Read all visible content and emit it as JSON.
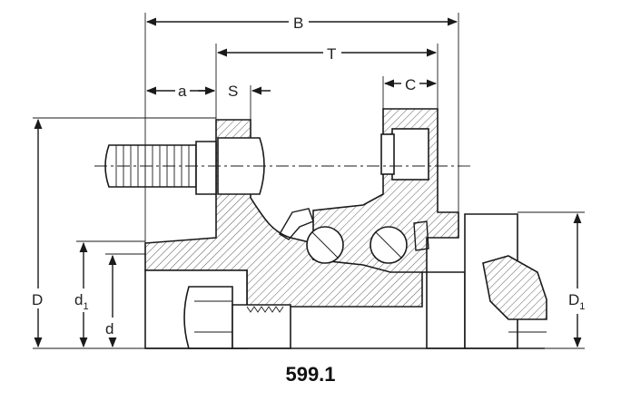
{
  "figure": {
    "caption": "599.1",
    "dimensions": {
      "B": "B",
      "T": "T",
      "C": "C",
      "a": "a",
      "S": "S",
      "D": "D",
      "d1_main": "d",
      "d1_sub": "1",
      "d": "d",
      "D1_main": "D",
      "D1_sub": "1"
    }
  }
}
